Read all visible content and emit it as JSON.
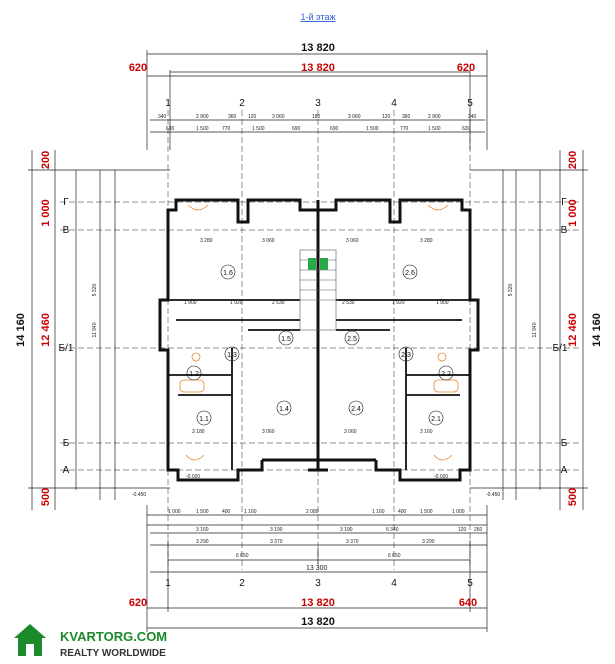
{
  "title": "1-й этаж",
  "dims": {
    "top_total_outer": "13 820",
    "top_total_inner": "13 820",
    "top_left_offset": "620",
    "top_right_offset": "620",
    "bottom_total_outer": "13 820",
    "bottom_total_inner": "13 820",
    "bottom_mid": "13 300",
    "bottom_left_offset": "620",
    "bottom_right_offset": "640",
    "bottom_half_left": "6 650",
    "bottom_half_right": "6 650",
    "left_total": "14 160",
    "left_inner": "12 460",
    "left_top": "200",
    "left_g": "1 000",
    "left_bottom": "500",
    "right_total": "14 160",
    "right_inner": "12 460",
    "right_top": "200",
    "right_g": "1 000",
    "right_bottom": "500",
    "level_left": "-0.450",
    "level_right": "-0.450",
    "level_entry_left": "-0.020",
    "level_entry_right": "-0.020",
    "top_row_a": [
      "340",
      "2 900",
      "360",
      "120",
      "3 060",
      "180",
      "3 060",
      "120",
      "360",
      "2 900",
      "340"
    ],
    "top_row_b": [
      "630",
      "1 500",
      "770",
      "1 500",
      "690",
      "690",
      "1 500",
      "770",
      "1 500",
      "630"
    ],
    "bottom_row_a": [
      "1 000",
      "1 500",
      "400",
      "1 160",
      "2 080",
      "1 160",
      "400",
      "1 500",
      "1 000"
    ],
    "bottom_row_b": [
      "3 290",
      "3 370",
      "3 370",
      "3 290"
    ],
    "bottom_row_c": [
      "3 160",
      "3 190",
      "3 190",
      "6 340",
      "120",
      "260"
    ],
    "inner_left_mid": "11 940",
    "inner_right_mid": "11 940",
    "inner_left_top": "5 320",
    "inner_right_top": "5 320"
  },
  "axes_top": [
    "1",
    "2",
    "3",
    "4",
    "5"
  ],
  "axes_bottom": [
    "1",
    "2",
    "3",
    "4",
    "5"
  ],
  "axes_left": [
    "Г",
    "В",
    "Б/1",
    "Б",
    "А"
  ],
  "axes_right": [
    "Г",
    "В",
    "Б/1",
    "Б",
    "А"
  ],
  "rooms": [
    "1.6",
    "2.6",
    "1.5",
    "2.5",
    "1.3",
    "2.3",
    "1.2",
    "2.2",
    "1.4",
    "2.4",
    "1.1",
    "2.1"
  ],
  "room_dims": [
    "3 280",
    "3 060",
    "3 060",
    "3 280",
    "3 180",
    "3 060",
    "3 060",
    "3 160",
    "1 900",
    "1 920",
    "2 530",
    "2 530",
    "1 920",
    "1 900"
  ],
  "logo": {
    "brand": "KVARTORG.COM",
    "tagline": "REALTY WORLDWIDE",
    "colors": {
      "green": "#1a8a2a",
      "dark": "#333333"
    }
  }
}
